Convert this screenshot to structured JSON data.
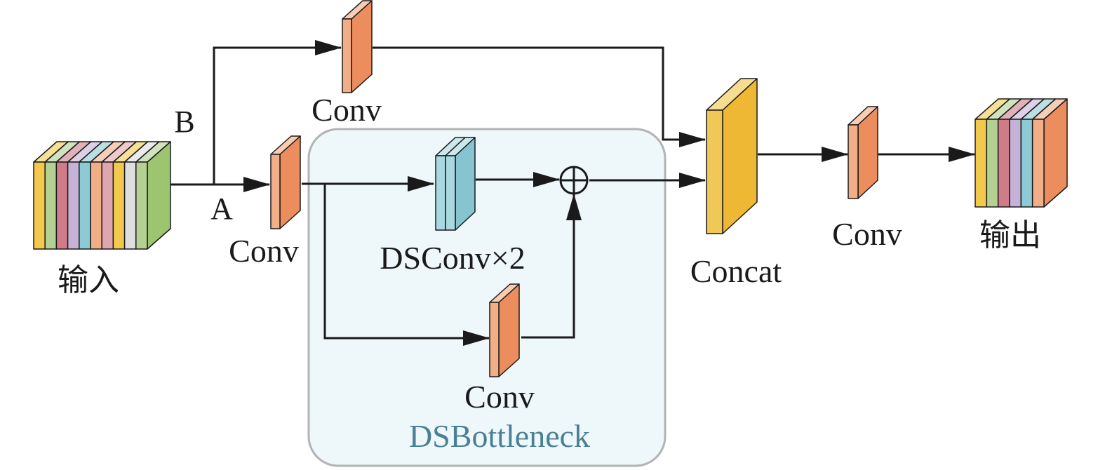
{
  "diagram": {
    "title": "DSC3 module (CSP-style block with DSBottleneck)",
    "labels": {
      "input": "输入",
      "output": "输出",
      "branch_a": "A",
      "branch_b": "B",
      "conv_a": "Conv",
      "conv_b": "Conv",
      "dsconv": "DSConv×2",
      "conv_shortcut": "Conv",
      "bottleneck": "DSBottleneck",
      "concat": "Concat",
      "conv_out": "Conv"
    },
    "colors": {
      "conv_front": "#f2ae87",
      "conv_side": "#ec8d5e",
      "conv_top": "#f8cdb2",
      "dsconv_front": "#a9d8e0",
      "dsconv_side": "#86c4d0",
      "dsconv_top": "#cdeaef",
      "concat_front": "#f0c857",
      "concat_side": "#efb834",
      "concat_top": "#f6dd91",
      "bottleneck_fill": "#eef7f9",
      "bottleneck_border": "#b3b3b3",
      "bottleneck_label": "#4a8096",
      "edge": "#1a1a1a"
    },
    "input_channels": [
      "#f2c94c",
      "#b3d193",
      "#cf7c88",
      "#c4b3d6",
      "#8ccbd5",
      "#f2ae87",
      "#e0a6ae",
      "#f2c94c",
      "#dedede",
      "#b3d193"
    ],
    "input_side": "#9dc46f",
    "output_channels": [
      "#f2c94c",
      "#b3d193",
      "#cf7c88",
      "#c4b3d6",
      "#8ccbd5",
      "#f2ae87"
    ],
    "output_side": "#ec8d5e",
    "nodes": [
      {
        "id": "input",
        "type": "feature-map",
        "label": "输入"
      },
      {
        "id": "conv_b",
        "type": "conv",
        "label": "Conv"
      },
      {
        "id": "conv_a",
        "type": "conv",
        "label": "Conv"
      },
      {
        "id": "dsconv",
        "type": "dsconv",
        "label": "DSConv×2"
      },
      {
        "id": "conv_shortcut",
        "type": "conv",
        "label": "Conv"
      },
      {
        "id": "add",
        "type": "add"
      },
      {
        "id": "concat",
        "type": "concat",
        "label": "Concat"
      },
      {
        "id": "conv_out",
        "type": "conv",
        "label": "Conv"
      },
      {
        "id": "output",
        "type": "feature-map",
        "label": "输出"
      }
    ],
    "edges": [
      {
        "from": "input",
        "to": "conv_a",
        "label": "A"
      },
      {
        "from": "input",
        "to": "conv_b",
        "label": "B"
      },
      {
        "from": "conv_a",
        "to": "dsconv"
      },
      {
        "from": "conv_a",
        "to": "conv_shortcut"
      },
      {
        "from": "dsconv",
        "to": "add"
      },
      {
        "from": "conv_shortcut",
        "to": "add"
      },
      {
        "from": "add",
        "to": "concat"
      },
      {
        "from": "conv_b",
        "to": "concat"
      },
      {
        "from": "concat",
        "to": "conv_out"
      },
      {
        "from": "conv_out",
        "to": "output"
      }
    ]
  }
}
